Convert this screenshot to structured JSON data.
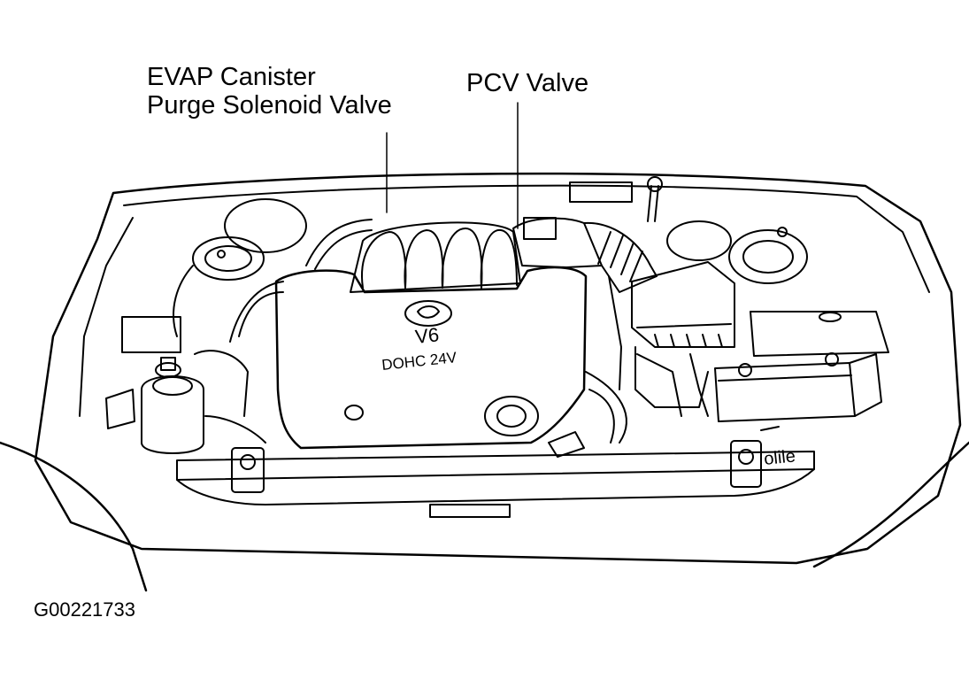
{
  "callouts": {
    "evap_line1": "EVAP Canister",
    "evap_line2": "Purge Solenoid Valve",
    "pcv": "PCV Valve"
  },
  "figure_id": "G00221733",
  "engine_cover": {
    "badge": "V6",
    "engine_text": "DOHC 24V"
  },
  "hood_mark": "olile"
}
